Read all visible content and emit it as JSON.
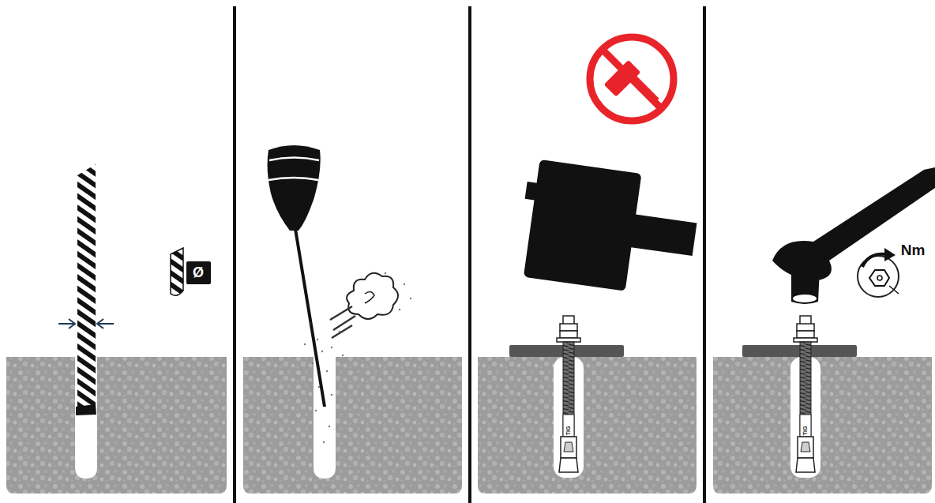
{
  "diagram": {
    "labels": [
      "Ø",
      "TIG",
      "Nm",
      "TIG"
    ]
  }
}
